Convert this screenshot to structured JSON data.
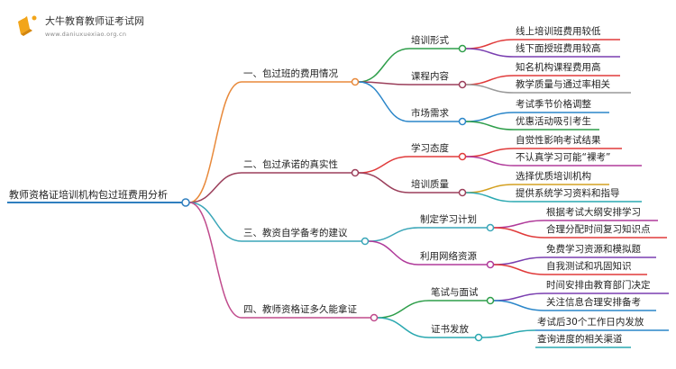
{
  "logo": {
    "title": "大牛教育教师证考试网",
    "url": "www.daniuxuexiao.org.cn"
  },
  "colors": {
    "root": "#2f7fbf",
    "sections": [
      "#e8893a",
      "#9b3f5b",
      "#3aa6b8",
      "#c04a8c"
    ],
    "mids": [
      "#2e9e4a",
      "#9b3f5b",
      "#2a86c9",
      "#e03a3a",
      "#9b3f5b",
      "#3aa6b8",
      "#b03a9a",
      "#2e9e4a",
      "#2aa8b0"
    ],
    "leaves": [
      "#e03a3a",
      "#7a3fb0",
      "#e03a3a",
      "#9a9a9a",
      "#2a86c9",
      "#2e9e4a",
      "#e03a3a",
      "#b03a9a",
      "#d4a020",
      "#2aa8b0",
      "#b03a9a",
      "#e03a3a",
      "#7a3fb0",
      "#e03a3a",
      "#7a3fb0",
      "#2a86c9",
      "#2aa8b0"
    ]
  },
  "root": {
    "label": "教师资格证培训机构包过班费用分析"
  },
  "sections": [
    {
      "label": "一、包过班的费用情况",
      "children": [
        {
          "label": "培训形式",
          "leaves": [
            "线上培训班费用较低",
            "线下面授班费用较高"
          ]
        },
        {
          "label": "课程内容",
          "leaves": [
            "知名机构课程费用高",
            "教学质量与通过率相关"
          ]
        },
        {
          "label": "市场需求",
          "leaves": [
            "考试季节价格调整",
            "优惠活动吸引考生"
          ]
        }
      ]
    },
    {
      "label": "二、包过承诺的真实性",
      "children": [
        {
          "label": "学习态度",
          "leaves": [
            "自觉性影响考试结果",
            "不认真学习可能“裸考”"
          ]
        },
        {
          "label": "培训质量",
          "leaves": [
            "选择优质培训机构",
            "提供系统学习资料和指导"
          ]
        }
      ]
    },
    {
      "label": "三、教资自学备考的建议",
      "children": [
        {
          "label": "制定学习计划",
          "leaves": [
            "根据考试大纲安排学习",
            "合理分配时间复习知识点"
          ]
        },
        {
          "label": "利用网络资源",
          "leaves": [
            "免费学习资源和模拟题",
            "自我测试和巩固知识"
          ]
        }
      ]
    },
    {
      "label": "四、教师资格证多久能拿证",
      "children": [
        {
          "label": "笔试与面试",
          "leaves": [
            "时间安排由教育部门决定",
            "关注信息合理安排备考"
          ]
        },
        {
          "label": "证书发放",
          "leaves": [
            "考试后30个工作日内发放",
            "查询进度的相关渠道"
          ]
        }
      ]
    }
  ]
}
